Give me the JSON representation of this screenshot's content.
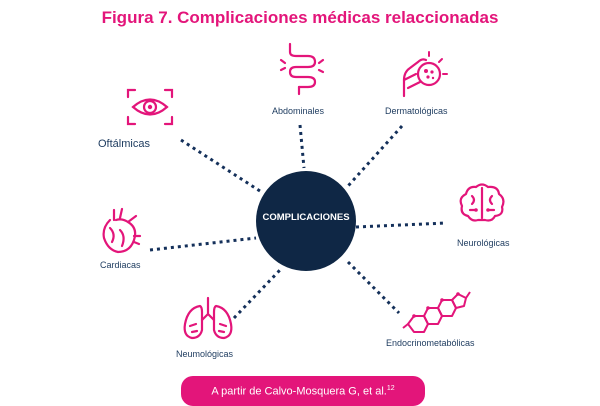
{
  "title": "Figura 7. Complicaciones médicas relaccionadas",
  "center_label": "COMPLICACIONES",
  "nodes": [
    {
      "id": "abdominales",
      "label": "Abdominales",
      "icon": "intestine-icon"
    },
    {
      "id": "dermatologicas",
      "label": "Dermatológicas",
      "icon": "hand-skin-icon"
    },
    {
      "id": "oftalmicas",
      "label": "Oftálmicas",
      "icon": "eye-icon"
    },
    {
      "id": "neurologicas",
      "label": "Neurológicas",
      "icon": "brain-icon"
    },
    {
      "id": "cardiacas",
      "label": "Cardiacas",
      "icon": "heart-icon"
    },
    {
      "id": "neumologicas",
      "label": "Neumológicas",
      "icon": "lungs-icon"
    },
    {
      "id": "endocrinometabolicas",
      "label": "Endocrinometabólicas",
      "icon": "molecule-icon"
    }
  ],
  "source": {
    "text": "A partir de Calvo-Mosquera G, et al.",
    "ref": "12"
  },
  "colors": {
    "accent": "#e3157a",
    "navy": "#0f2745",
    "text": "#1c3a5e"
  }
}
